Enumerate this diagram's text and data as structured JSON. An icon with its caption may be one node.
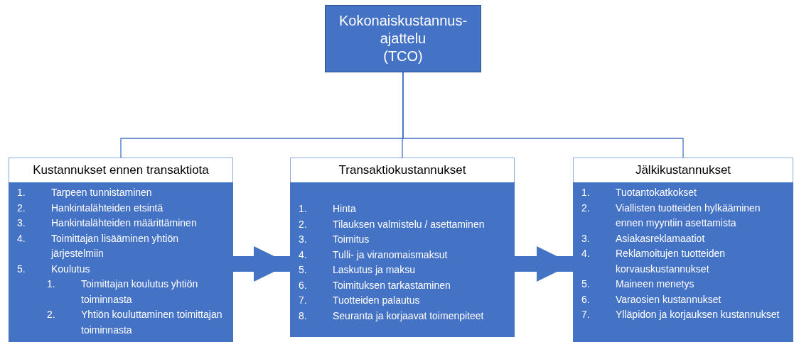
{
  "diagram": {
    "nodes": [
      {
        "text": [
          "Kokonaiskustannus- ajattelu",
          "(TCO)"
        ]
      },
      {
        "text": [
          "Kustannukset ennen transaktiota"
        ]
      },
      {
        "text": [
          "1.",
          "Tarpeen tunnistaminen",
          "2.",
          "Hankintalähteiden etsintä",
          "3.",
          "Hankintalähteiden määrittäminen",
          "4.",
          "Toimittajan lisääminen yhtiön järjestelmiin",
          "5.",
          "Koulutus",
          "1.",
          "Toimittajan koulutus yhtiön toiminnasta",
          "2.",
          "Yhtiön kouluttaminen toimittajan toiminnasta"
        ]
      },
      {
        "text": [
          "Transaktiokustannukset"
        ]
      },
      {
        "text": [
          "1.",
          "Hinta",
          "2.",
          "Tilauksen valmistelu / asettaminen",
          "3.",
          "Toimitus",
          "4.",
          "Tulli- ja viranomaismaksut",
          "5.",
          "Laskutus ja maksu",
          "6.",
          "Toimituksen tarkastaminen",
          "7.",
          "Tuotteiden palautus",
          "8.",
          "Seuranta ja korjaavat toimenpiteet"
        ]
      },
      {
        "text": [
          "Jälkikustannukset"
        ]
      },
      {
        "text": [
          "1.",
          "Tuotantokatkokset",
          "2.",
          "Viallisten tuotteiden hylkääminen ennen myyntiin asettamista",
          "3.",
          "Asiakasreklamaatiot",
          "4.",
          "Reklamoitujen tuotteiden korvauskustannukset",
          "5.",
          "Maineen menetys",
          "6.",
          "Varaosien kustannukset",
          "7.",
          "Ylläpidon ja korjauksen kustannukset"
        ]
      }
    ],
    "edges": [
      {
        "from": 0,
        "to": 1,
        "arrow": "none"
      },
      {
        "from": 0,
        "to": 3,
        "arrow": "none"
      },
      {
        "from": 0,
        "to": 5,
        "arrow": "none"
      },
      {
        "from": 2,
        "to": 4,
        "arrow": "to",
        "style": "thick"
      },
      {
        "from": 4,
        "to": 6,
        "arrow": "to",
        "style": "thick"
      }
    ]
  }
}
